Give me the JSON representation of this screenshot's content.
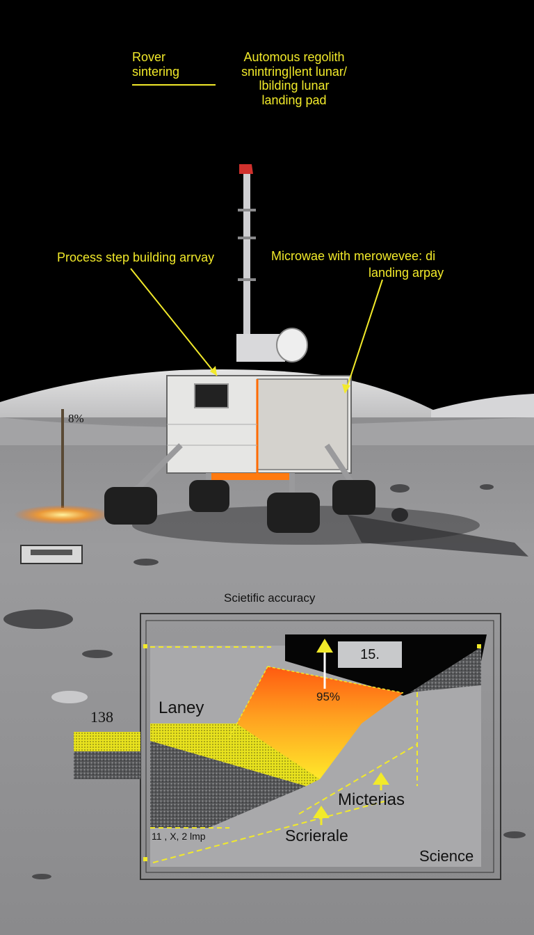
{
  "header": {
    "left_title_line1": "Rover",
    "left_title_line2": "sintering",
    "right_title_line1": "Automous regolith",
    "right_title_line2": "snintring|lent lunar/",
    "right_title_line3": "lbilding lunar",
    "right_title_line4": "landing pad"
  },
  "callouts": {
    "process_step": "Process step building arrvay",
    "microwave_line1": "Microwae with merowevee: di",
    "microwave_line2": "landing arpay"
  },
  "scene_labels": {
    "probe_percent": "8%",
    "scientific_accuracy": "Scietific accuracy"
  },
  "inset": {
    "left_value": "138",
    "layer_label": "Laney",
    "percent": "95%",
    "box_value": "15.",
    "material_label": "Micterias",
    "lower_label": "Scrierale",
    "corner_label": "Science",
    "axis_note": "11 , X, 2 lmp"
  },
  "colors": {
    "annotation_yellow": "#f2ea2a",
    "sky": "#000000",
    "regolith": "#a9a9ab",
    "heat_orange": "#ff7a10"
  }
}
